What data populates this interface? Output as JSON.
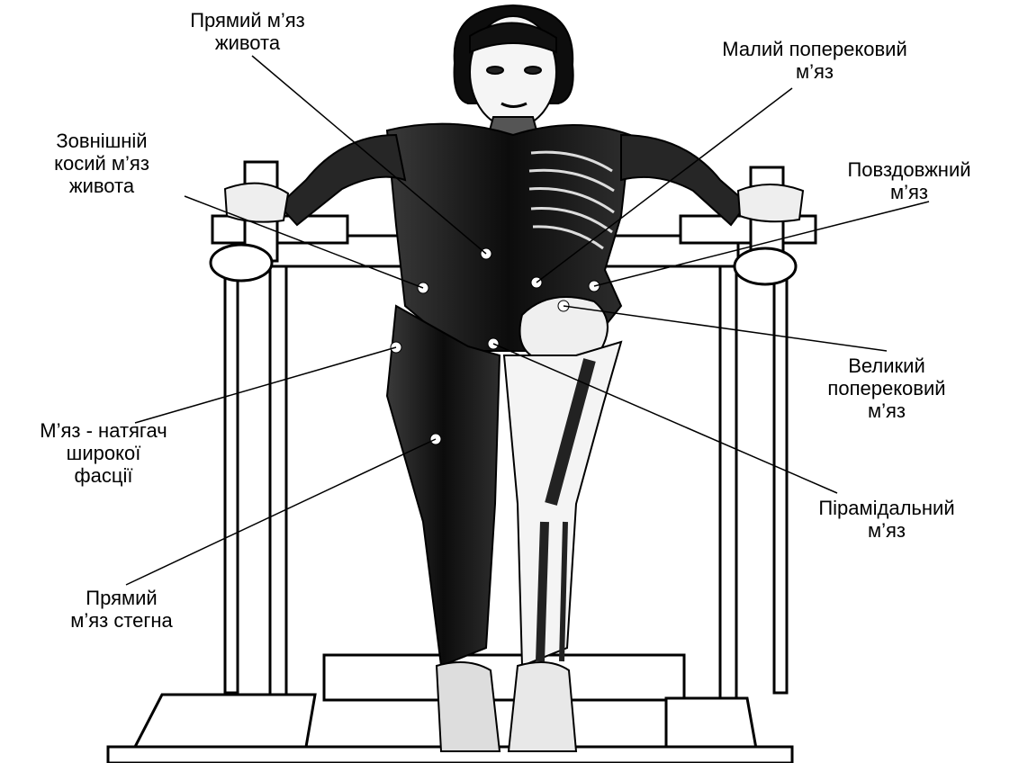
{
  "labels": {
    "rectus_abdominis": [
      "Прямий м’яз",
      "живота"
    ],
    "psoas_minor": [
      "Малий поперековий",
      "м’яз"
    ],
    "external_oblique": [
      "Зовнішній",
      "косий м’яз",
      "живота"
    ],
    "longissimus": [
      "Повздовжний",
      "м’яз"
    ],
    "psoas_major": [
      "Великий",
      "поперековий",
      "м’яз"
    ],
    "tensor_fasciae_latae": [
      "М’яз - натягач",
      "широкої",
      "фасції"
    ],
    "piriformis": [
      "Пірамідальний",
      "м’яз"
    ],
    "rectus_femoris": [
      "Прямий",
      "м’яз стегна"
    ]
  },
  "colors": {
    "ink": "#000000",
    "muscle": "#1a1a1a",
    "bone": "#f2f2f2",
    "frame": "#ffffff"
  }
}
